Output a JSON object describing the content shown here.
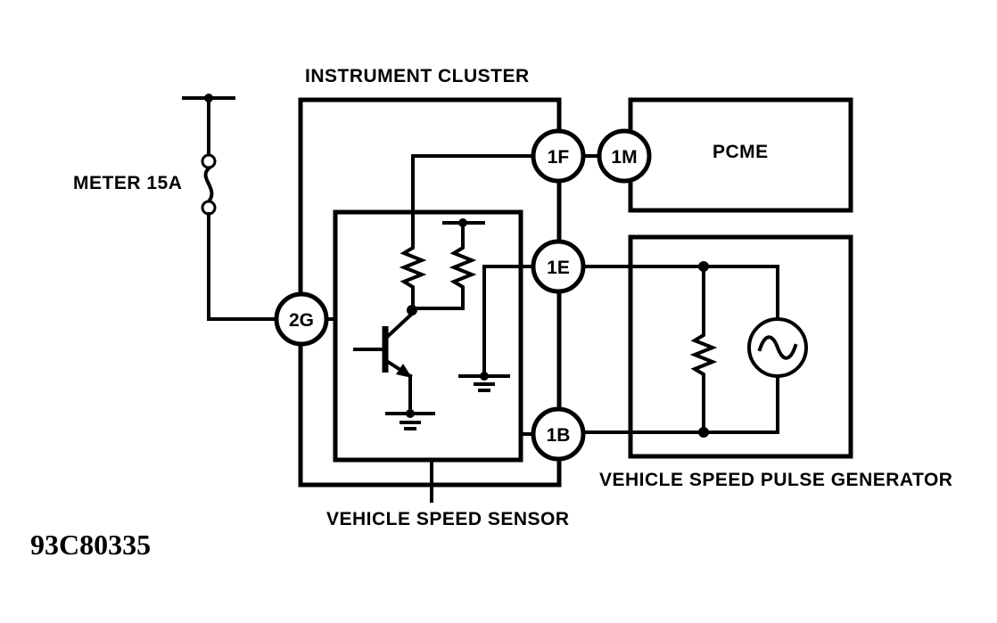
{
  "labels": {
    "instrument_cluster": "INSTRUMENT CLUSTER",
    "meter_fuse": "METER 15A",
    "pcme": "PCME",
    "vehicle_speed_sensor": "VEHICLE SPEED SENSOR",
    "vehicle_speed_pulse_generator": "VEHICLE SPEED PULSE GENERATOR",
    "figure_code": "93C80335"
  },
  "connectors": {
    "c2g": "2G",
    "c1f": "1F",
    "c1m": "1M",
    "c1e": "1E",
    "c1b": "1B"
  }
}
